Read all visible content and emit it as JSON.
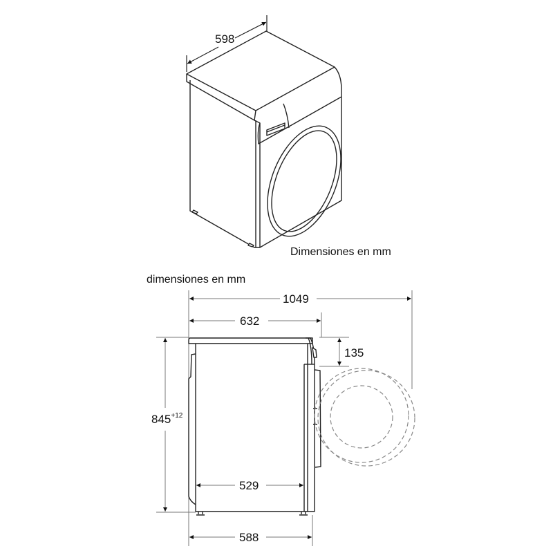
{
  "iso_view": {
    "caption": "Dimensiones en mm",
    "width_label": "598"
  },
  "side_view": {
    "caption": "dimensiones en mm",
    "dimensions": {
      "depth_door_open": "1049",
      "depth_total": "632",
      "panel_height": "135",
      "height": "845",
      "height_tolerance": "+12",
      "body_depth_inner": "529",
      "body_depth": "588"
    }
  },
  "colors": {
    "line": "#111111",
    "dim_line": "#777777",
    "dashed": "#888888",
    "background": "#ffffff"
  }
}
